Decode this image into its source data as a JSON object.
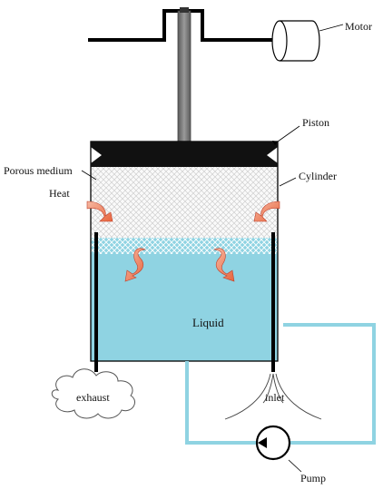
{
  "labels": {
    "motor": "Motor",
    "piston": "Piston",
    "porous_medium": "Porous medium",
    "cylinder": "Cylinder",
    "heat": "Heat",
    "liquid": "Liquid",
    "exhaust": "exhaust",
    "inlet": "inlet",
    "pump": "Pump"
  },
  "colors": {
    "liquid": "#8fd3e2",
    "pipe": "#8fd3e2",
    "heat_arrow": "#e8643c",
    "heat_arrow_light": "#f6b9a3",
    "piston": "#111111",
    "rod": "#7d7d7d",
    "porous": "#c9c9c9"
  }
}
